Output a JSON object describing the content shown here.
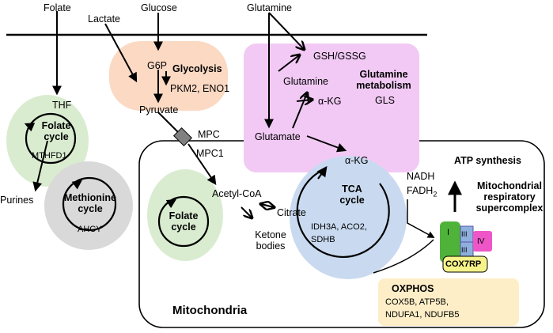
{
  "labels": {
    "folate": "Folate",
    "lactate": "Lactate",
    "glucose": "Glucose",
    "glutamine_top": "Glutamine",
    "g6p": "G6P",
    "glycolysis": "Glycolysis",
    "glycolysis_enzymes": "PKM2, ENO1",
    "pyruvate": "Pyruvate",
    "gsh_gssg": "GSH/GSSG",
    "glutamine_inner": "Glutamine",
    "glutamine_metabolism_1": "Glutamine",
    "glutamine_metabolism_2": "metabolism",
    "akg_cyto": "α-KG",
    "gls": "GLS",
    "glutamate": "Glutamate",
    "thf": "THF",
    "folate_cycle_1": "Folate",
    "folate_cycle_2": "cycle",
    "mthfd1": "MTHFD1",
    "purines": "Purines",
    "methionine_1": "Methionine",
    "methionine_2": "cycle",
    "ahcy": "AHCY",
    "mpc": "MPC",
    "mpc1": "MPC1",
    "acetyl_coa": "Acetyl-CoA",
    "mito_folate_1": "Folate",
    "mito_folate_2": "cycle",
    "ketone_1": "Ketone",
    "ketone_2": "bodies",
    "citrate": "Citrate",
    "akg_mito": "α-KG",
    "tca_1": "TCA",
    "tca_2": "cycle",
    "tca_enzymes_1": "IDH3A, ACO2,",
    "tca_enzymes_2": "SDHB",
    "nadh": "NADH",
    "fadh2_main": "FADH",
    "fadh2_sub": "2",
    "atp_synthesis": "ATP synthesis",
    "respiratory_1": "Mitochondrial",
    "respiratory_2": "respiratory",
    "respiratory_3": "supercomplex",
    "complex_1": "I",
    "complex_3a": "III",
    "complex_3b": "III",
    "complex_4": "IV",
    "cox7rp": "COX7RP",
    "oxphos": "OXPHOS",
    "oxphos_genes_1": "COX5B, ATP5B,",
    "oxphos_genes_2": "NDUFA1, NDUFB5",
    "mitochondria": "Mitochondria"
  },
  "colors": {
    "glycolysis_region": "#fbd9c3",
    "glutamine_region": "#f2c9f5",
    "folate_region": "#d9ecd0",
    "methionine_region": "#d9d9d9",
    "tca_region": "#c9daf0",
    "oxphos_region": "#fdeec7",
    "complex_I": "#4fb33a",
    "complex_III": "#8fb0dd",
    "complex_IV": "#ee56c8",
    "cox7rp": "#f6f38a",
    "mpc": "#808080"
  }
}
